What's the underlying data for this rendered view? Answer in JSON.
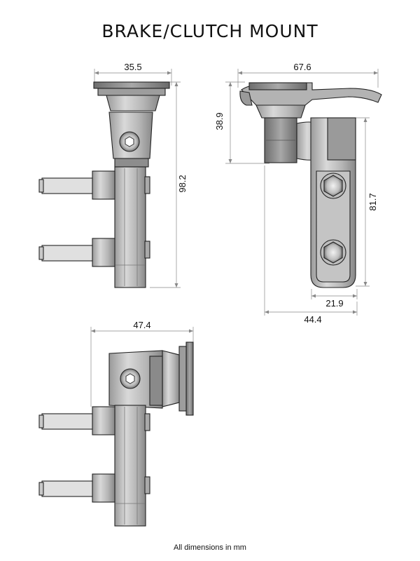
{
  "title": "BRAKE/CLUTCH MOUNT",
  "footnote": "All dimensions in mm",
  "dimensions": {
    "front_width": "35.5",
    "front_height": "98.2",
    "side_width": "67.6",
    "side_head_height": "38.9",
    "side_body_height": "81.7",
    "side_arm_width": "21.9",
    "side_total_depth": "44.4",
    "bottom_width": "47.4"
  },
  "colors": {
    "body_fill": "#c8c8c8",
    "body_dark": "#8a8a8a",
    "outline": "#222222",
    "dimension_line": "#888888"
  }
}
